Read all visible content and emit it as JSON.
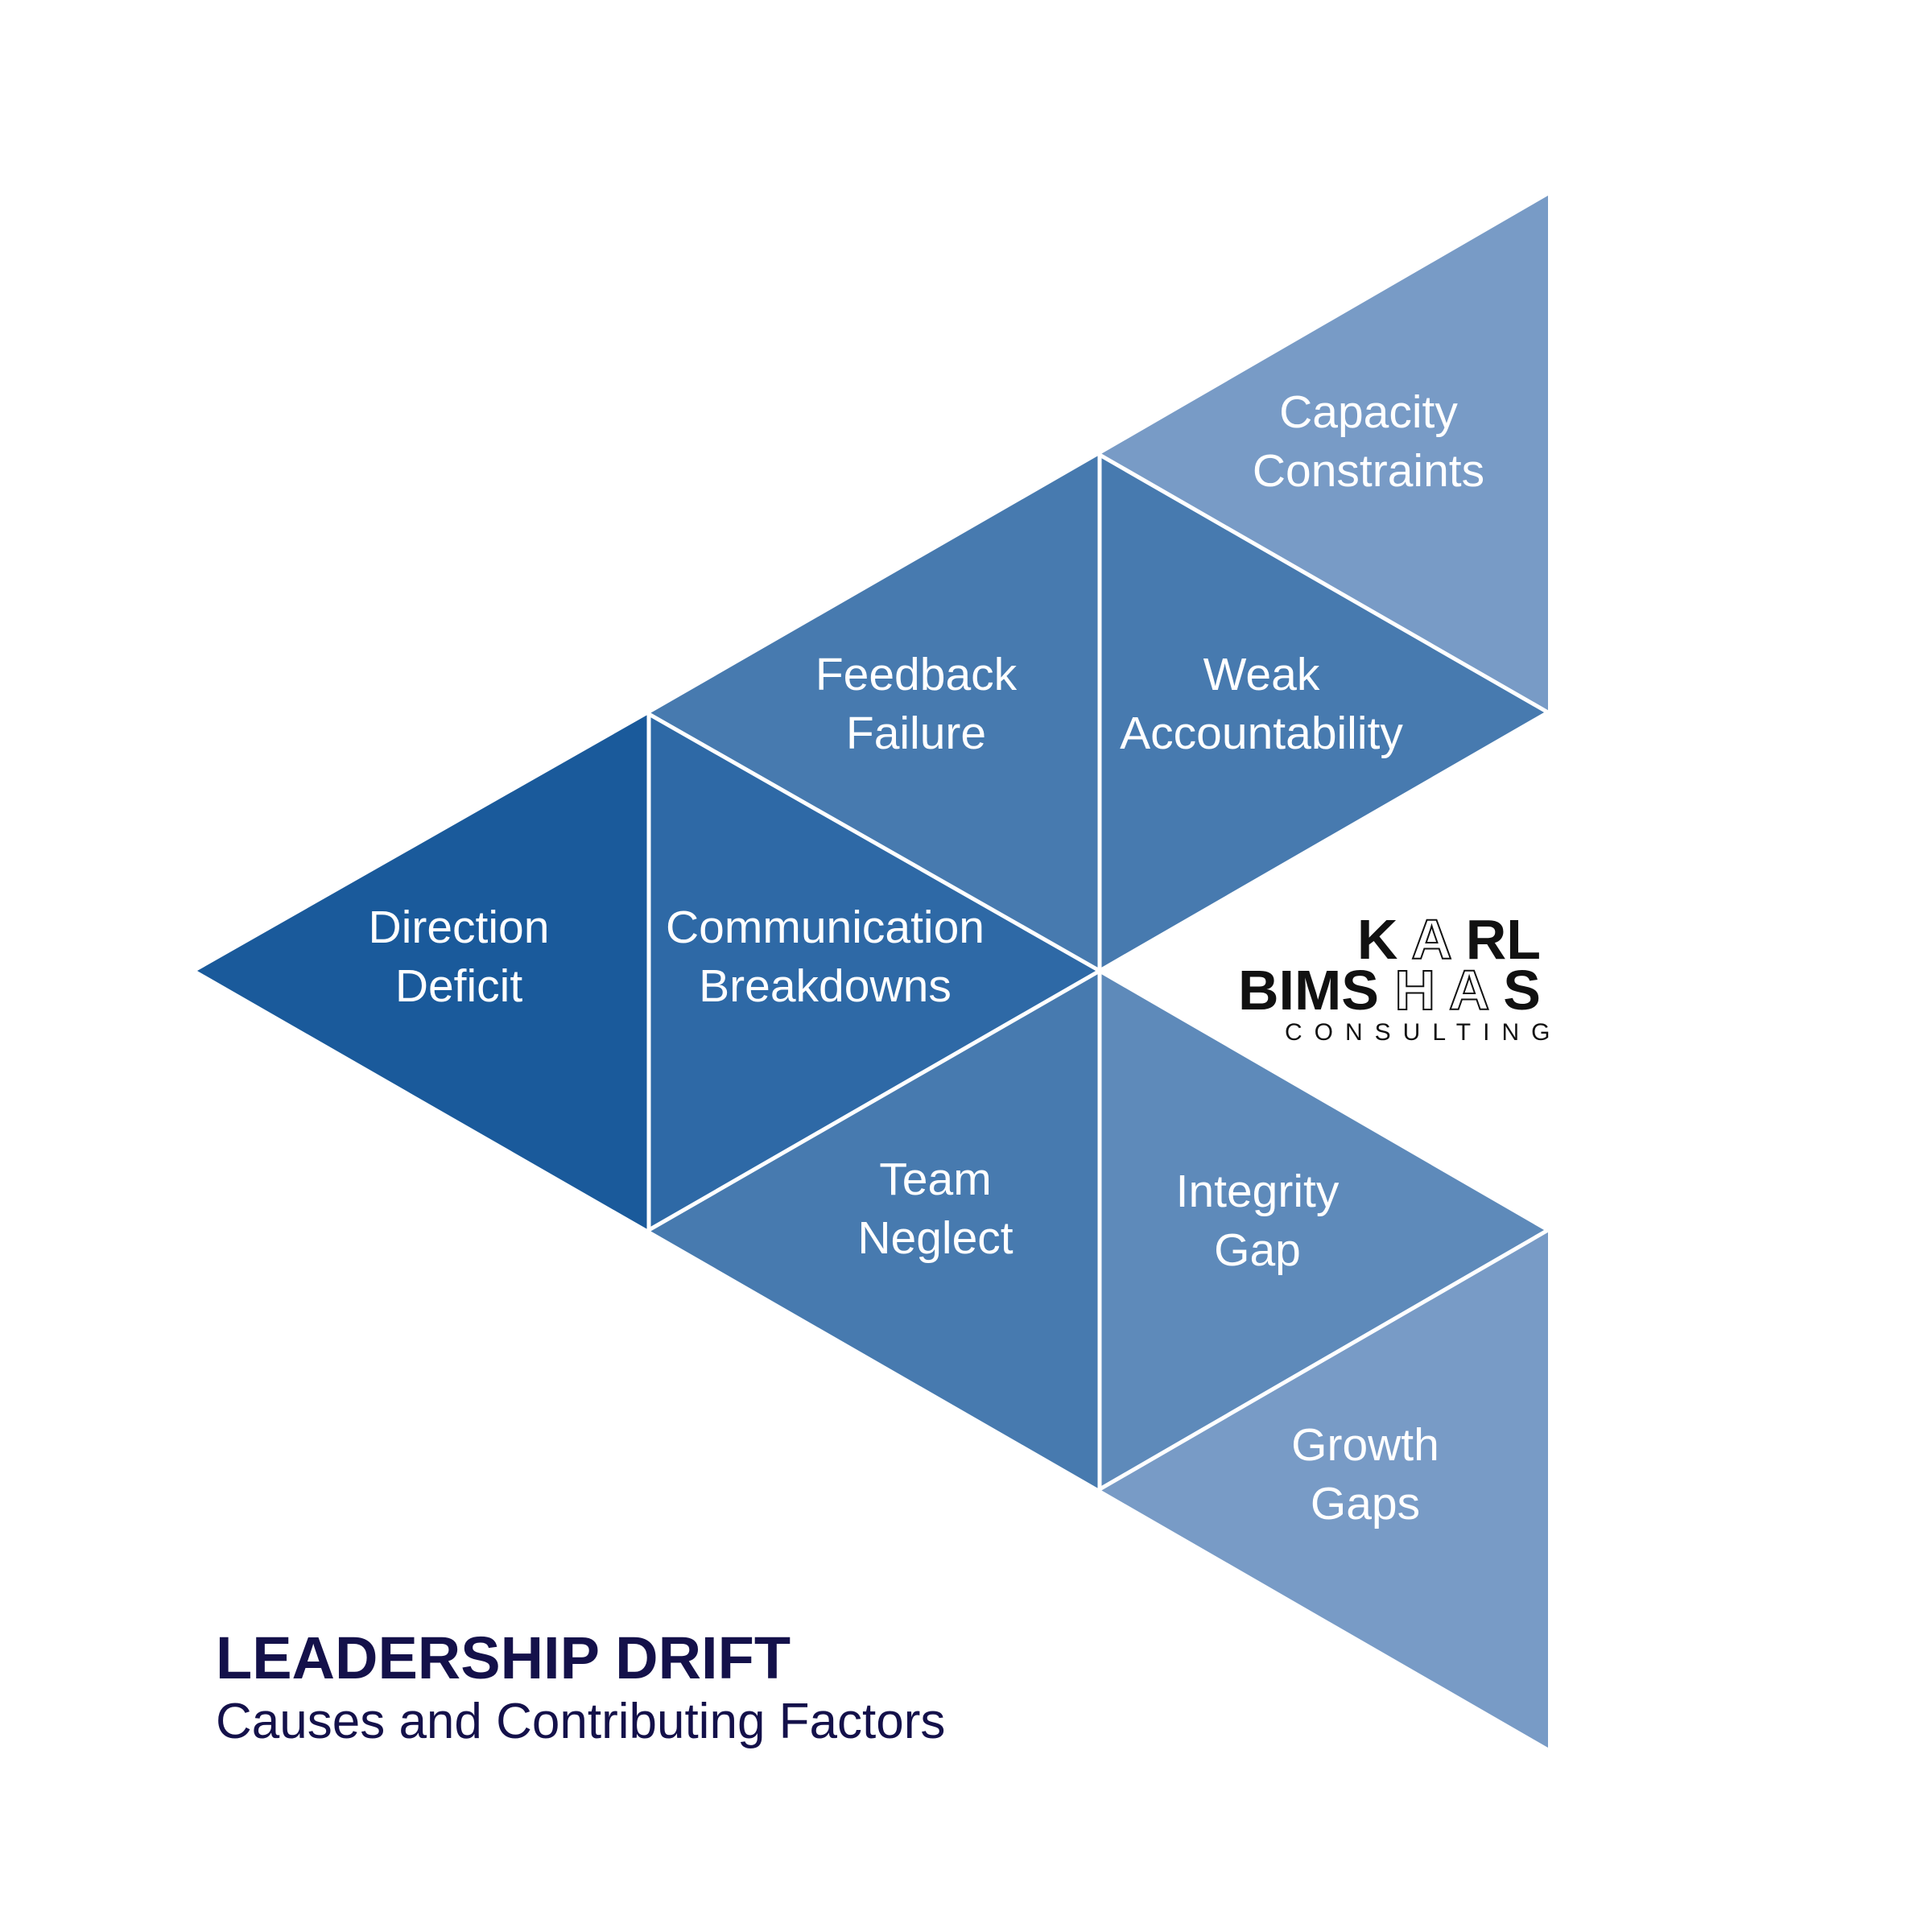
{
  "colors": {
    "shade_1": "#1a5a9b",
    "shade_2": "#2e69a6",
    "shade_3": "#477aaf",
    "shade_4": "#5e8aba",
    "shade_5": "#789bc6",
    "divider": "#ffffff",
    "title": "#14114a"
  },
  "triangles": [
    {
      "id": "capacity-constraints",
      "lines": [
        "Capacity",
        "Constraints"
      ],
      "shade": "shade_5"
    },
    {
      "id": "feedback-failure",
      "lines": [
        "Feedback",
        "Failure"
      ],
      "shade": "shade_3"
    },
    {
      "id": "weak-accountability",
      "lines": [
        "Weak",
        "Accountability"
      ],
      "shade": "shade_3"
    },
    {
      "id": "direction-deficit",
      "lines": [
        "Direction",
        "Deficit"
      ],
      "shade": "shade_1"
    },
    {
      "id": "communication-breakdowns",
      "lines": [
        "Communication",
        "Breakdowns"
      ],
      "shade": "shade_2"
    },
    {
      "id": "team-neglect",
      "lines": [
        "Team",
        "Neglect"
      ],
      "shade": "shade_3"
    },
    {
      "id": "integrity-gap",
      "lines": [
        "Integrity",
        "Gap"
      ],
      "shade": "shade_4"
    },
    {
      "id": "growth-gaps",
      "lines": [
        "Growth",
        "Gaps"
      ],
      "shade": "shade_5"
    }
  ],
  "logo": {
    "line1_parts": [
      "K",
      "A",
      "RL"
    ],
    "line2_parts": [
      "BIMS",
      "H",
      "A",
      "S"
    ],
    "sub": "CONSULTING"
  },
  "heading": {
    "title": "LEADERSHIP DRIFT",
    "subtitle": "Causes and Contributing Factors"
  }
}
